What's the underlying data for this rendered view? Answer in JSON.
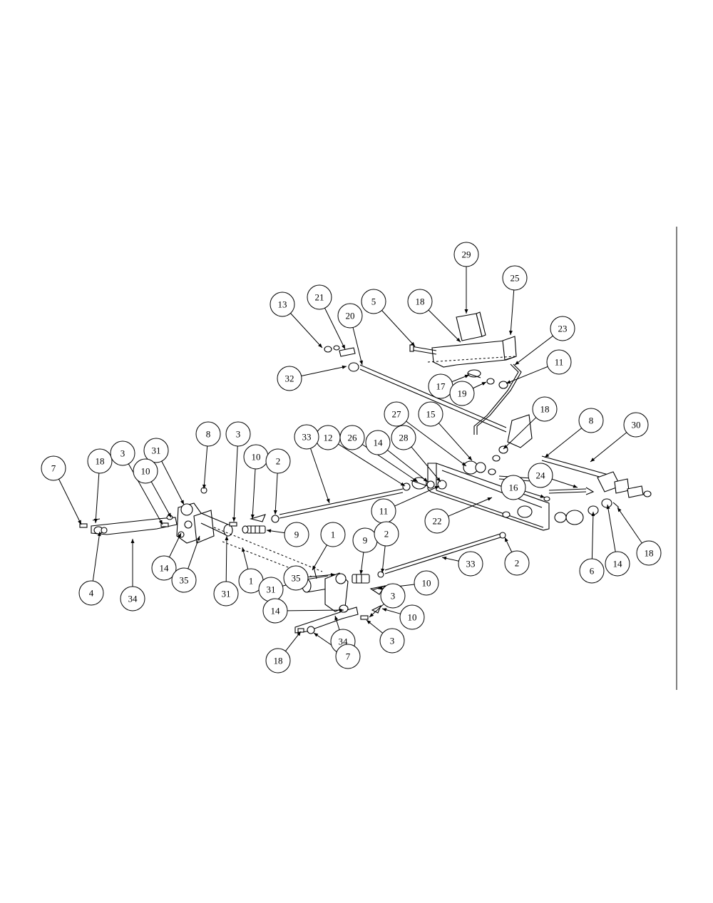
{
  "diagram": {
    "callouts": [
      {
        "label": "29"
      },
      {
        "label": "25"
      },
      {
        "label": "13"
      },
      {
        "label": "21"
      },
      {
        "label": "20"
      },
      {
        "label": "5"
      },
      {
        "label": "18"
      },
      {
        "label": "23"
      },
      {
        "label": "32"
      },
      {
        "label": "17"
      },
      {
        "label": "19"
      },
      {
        "label": "11"
      },
      {
        "label": "27"
      },
      {
        "label": "15"
      },
      {
        "label": "18"
      },
      {
        "label": "8"
      },
      {
        "label": "30"
      },
      {
        "label": "12"
      },
      {
        "label": "26"
      },
      {
        "label": "14"
      },
      {
        "label": "28"
      },
      {
        "label": "24"
      },
      {
        "label": "16"
      },
      {
        "label": "11"
      },
      {
        "label": "22"
      },
      {
        "label": "7"
      },
      {
        "label": "18"
      },
      {
        "label": "3"
      },
      {
        "label": "31"
      },
      {
        "label": "10"
      },
      {
        "label": "8"
      },
      {
        "label": "3"
      },
      {
        "label": "10"
      },
      {
        "label": "2"
      },
      {
        "label": "33"
      },
      {
        "label": "9"
      },
      {
        "label": "14"
      },
      {
        "label": "35"
      },
      {
        "label": "31"
      },
      {
        "label": "1"
      },
      {
        "label": "4"
      },
      {
        "label": "34"
      },
      {
        "label": "1"
      },
      {
        "label": "31"
      },
      {
        "label": "35"
      },
      {
        "label": "9"
      },
      {
        "label": "2"
      },
      {
        "label": "33"
      },
      {
        "label": "2"
      },
      {
        "label": "10"
      },
      {
        "label": "3"
      },
      {
        "label": "14"
      },
      {
        "label": "10"
      },
      {
        "label": "34"
      },
      {
        "label": "3"
      },
      {
        "label": "18"
      },
      {
        "label": "7"
      },
      {
        "label": "6"
      },
      {
        "label": "14"
      },
      {
        "label": "18"
      }
    ]
  }
}
